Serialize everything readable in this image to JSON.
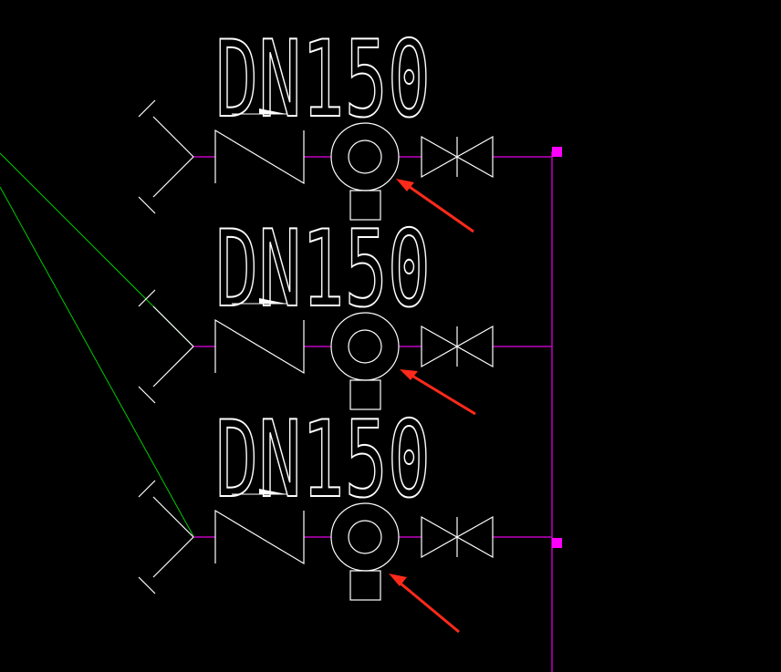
{
  "colors": {
    "background": "#000000",
    "pipe": "#c000c0",
    "symbol": "#ffffff",
    "leader": "#00cc00",
    "grip": "#ff00ff",
    "annotation_arrow": "#ff2a1a"
  },
  "pumps": [
    {
      "label": "DN150",
      "symbols": [
        "suction-fork",
        "check-valve",
        "pump",
        "gate-valve"
      ]
    },
    {
      "label": "DN150",
      "symbols": [
        "suction-fork",
        "check-valve",
        "pump",
        "gate-valve"
      ]
    },
    {
      "label": "DN150",
      "symbols": [
        "suction-fork",
        "check-valve",
        "pump",
        "gate-valve"
      ]
    }
  ]
}
